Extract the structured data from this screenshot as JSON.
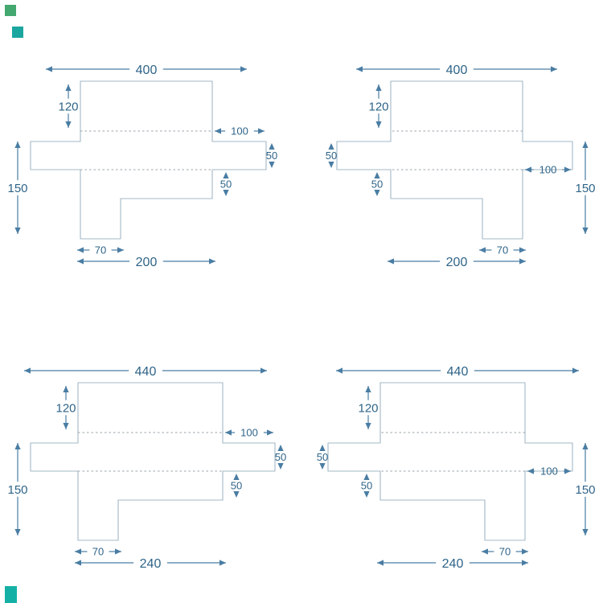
{
  "style": {
    "background": "#ffffff",
    "dim_color": "#4a7da3",
    "text_color": "#2f6488",
    "outline_color": "#a3b8c6",
    "fold_color": "#9aa4ab"
  },
  "corner_swatches": [
    {
      "color": "#43a86f"
    },
    {
      "color": "#1ba6a0"
    },
    {
      "color": "#14b0a5"
    }
  ],
  "diagrams": [
    {
      "id": "top-left",
      "orientation": "left",
      "size": "small",
      "labels": {
        "top_width": "400",
        "back_height": "120",
        "arm_length": "100",
        "arm_band_height": "50",
        "front_drop": "50",
        "side_height": "150",
        "foot_width": "70",
        "seat_depth": "200"
      }
    },
    {
      "id": "top-right",
      "orientation": "right",
      "size": "small",
      "labels": {
        "top_width": "400",
        "back_height": "120",
        "arm_length": "100",
        "arm_band_height": "50",
        "front_drop": "50",
        "side_height": "150",
        "foot_width": "70",
        "seat_depth": "200"
      }
    },
    {
      "id": "bottom-left",
      "orientation": "left",
      "size": "large",
      "labels": {
        "top_width": "440",
        "back_height": "120",
        "arm_length": "100",
        "arm_band_height": "50",
        "front_drop": "50",
        "side_height": "150",
        "foot_width": "70",
        "seat_depth": "240"
      }
    },
    {
      "id": "bottom-right",
      "orientation": "right",
      "size": "large",
      "labels": {
        "top_width": "440",
        "back_height": "120",
        "arm_length": "100",
        "arm_band_height": "50",
        "front_drop": "50",
        "side_height": "150",
        "foot_width": "70",
        "seat_depth": "240"
      }
    }
  ]
}
